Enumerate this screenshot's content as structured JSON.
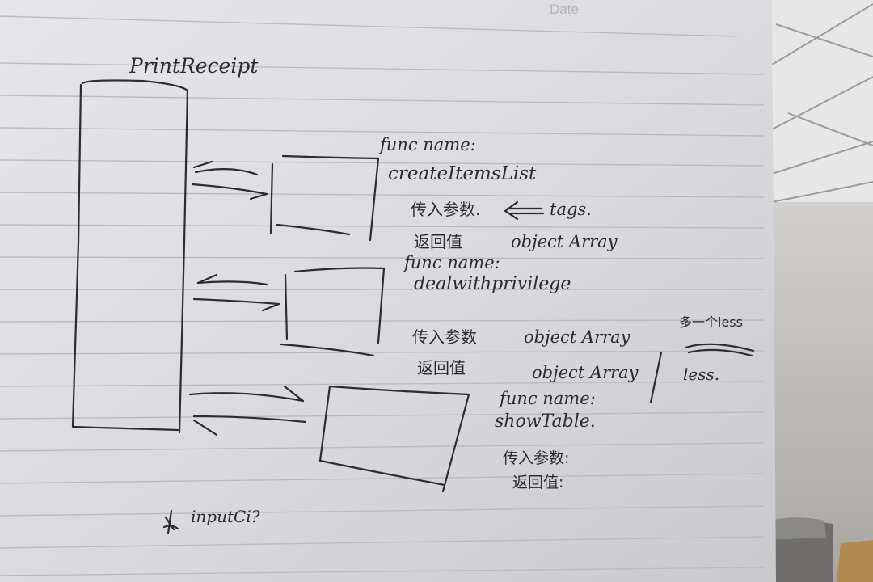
{
  "notebook": {
    "header_label": "Date"
  },
  "sketch": {
    "main_block_label": "PrintReceipt",
    "input_note": "inputCi?"
  },
  "functions": [
    {
      "name_heading": "func name:",
      "name": "createItemsList",
      "params_label": "传入参数.",
      "params_value": "tags.",
      "return_label": "返回值",
      "return_value": "object Array"
    },
    {
      "name_heading": "func name:",
      "name": "dealwithprivilege",
      "params_label": "传入参数",
      "params_value": "object Array",
      "return_label": "返回值",
      "return_value": "object Array",
      "side_note_top": "多一个less",
      "side_note_bottom": "less."
    },
    {
      "name_heading": "func name:",
      "name": "showTable.",
      "params_label": "传入参数:",
      "return_label": "返回值:"
    }
  ],
  "colors": {
    "paper": "#dcdcdf",
    "ink": "#2b2b31",
    "rule_line": "#b9bcc3",
    "ceiling": "#e9e9ea",
    "wall": "#b9b6b2"
  }
}
